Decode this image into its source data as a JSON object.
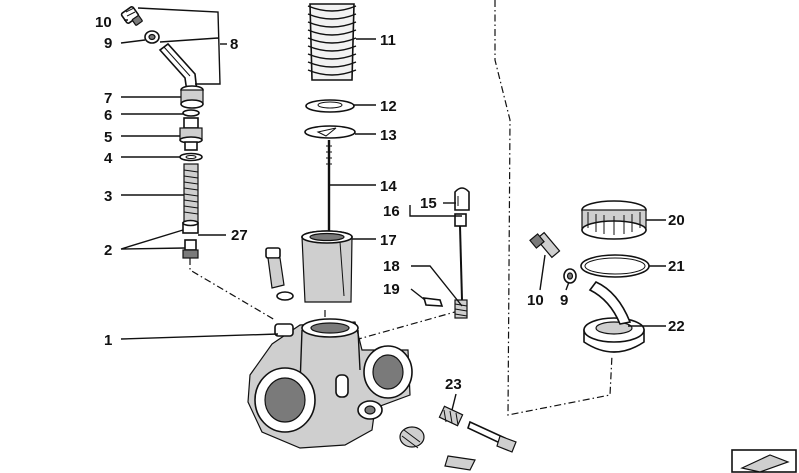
{
  "callouts": [
    {
      "id": "c10a",
      "label": "10"
    },
    {
      "id": "c9a",
      "label": "9"
    },
    {
      "id": "c8",
      "label": "8"
    },
    {
      "id": "c7",
      "label": "7"
    },
    {
      "id": "c6",
      "label": "6"
    },
    {
      "id": "c5",
      "label": "5"
    },
    {
      "id": "c4",
      "label": "4"
    },
    {
      "id": "c3",
      "label": "3"
    },
    {
      "id": "c2",
      "label": "2"
    },
    {
      "id": "c27",
      "label": "27"
    },
    {
      "id": "c1",
      "label": "1"
    },
    {
      "id": "c11",
      "label": "11"
    },
    {
      "id": "c12",
      "label": "12"
    },
    {
      "id": "c13",
      "label": "13"
    },
    {
      "id": "c14",
      "label": "14"
    },
    {
      "id": "c15",
      "label": "15"
    },
    {
      "id": "c16",
      "label": "16"
    },
    {
      "id": "c17",
      "label": "17"
    },
    {
      "id": "c18",
      "label": "18"
    },
    {
      "id": "c19",
      "label": "19"
    },
    {
      "id": "c23",
      "label": "23"
    },
    {
      "id": "c20",
      "label": "20"
    },
    {
      "id": "c21",
      "label": "21"
    },
    {
      "id": "c22",
      "label": "22"
    },
    {
      "id": "c10b",
      "label": "10"
    },
    {
      "id": "c9b",
      "label": "9"
    }
  ]
}
